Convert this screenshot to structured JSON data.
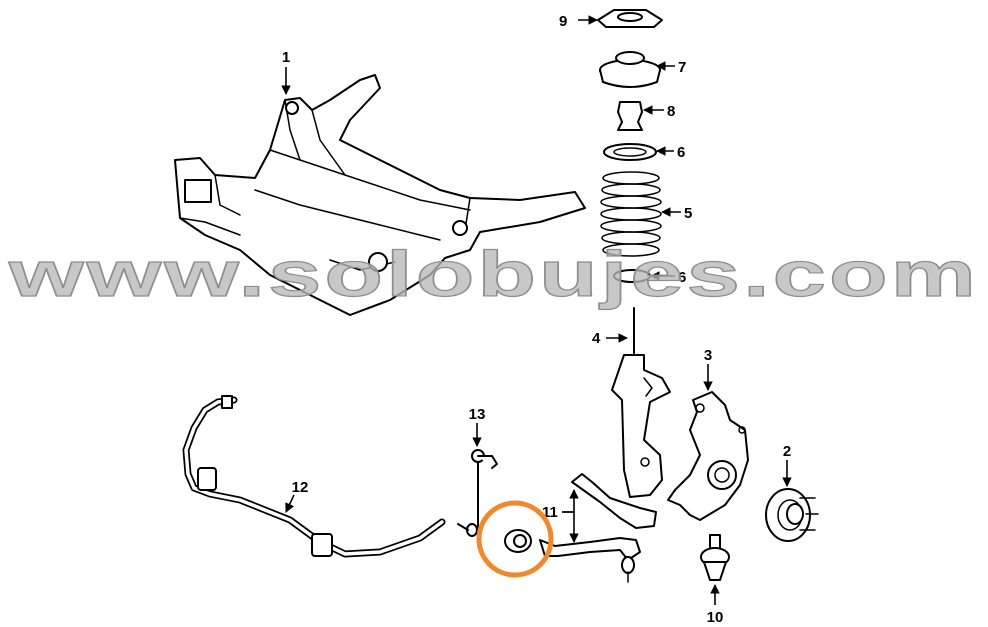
{
  "diagram": {
    "watermark": "www.solobujes.com",
    "highlight_color": "#f0892e",
    "callouts": [
      {
        "id": "1",
        "label": "1"
      },
      {
        "id": "2",
        "label": "2"
      },
      {
        "id": "3",
        "label": "3"
      },
      {
        "id": "4",
        "label": "4"
      },
      {
        "id": "5",
        "label": "5"
      },
      {
        "id": "6a",
        "label": "6"
      },
      {
        "id": "6b",
        "label": "6"
      },
      {
        "id": "7",
        "label": "7"
      },
      {
        "id": "8",
        "label": "8"
      },
      {
        "id": "9",
        "label": "9"
      },
      {
        "id": "10",
        "label": "10"
      },
      {
        "id": "11",
        "label": "11"
      },
      {
        "id": "12",
        "label": "12"
      },
      {
        "id": "13",
        "label": "13"
      }
    ]
  }
}
